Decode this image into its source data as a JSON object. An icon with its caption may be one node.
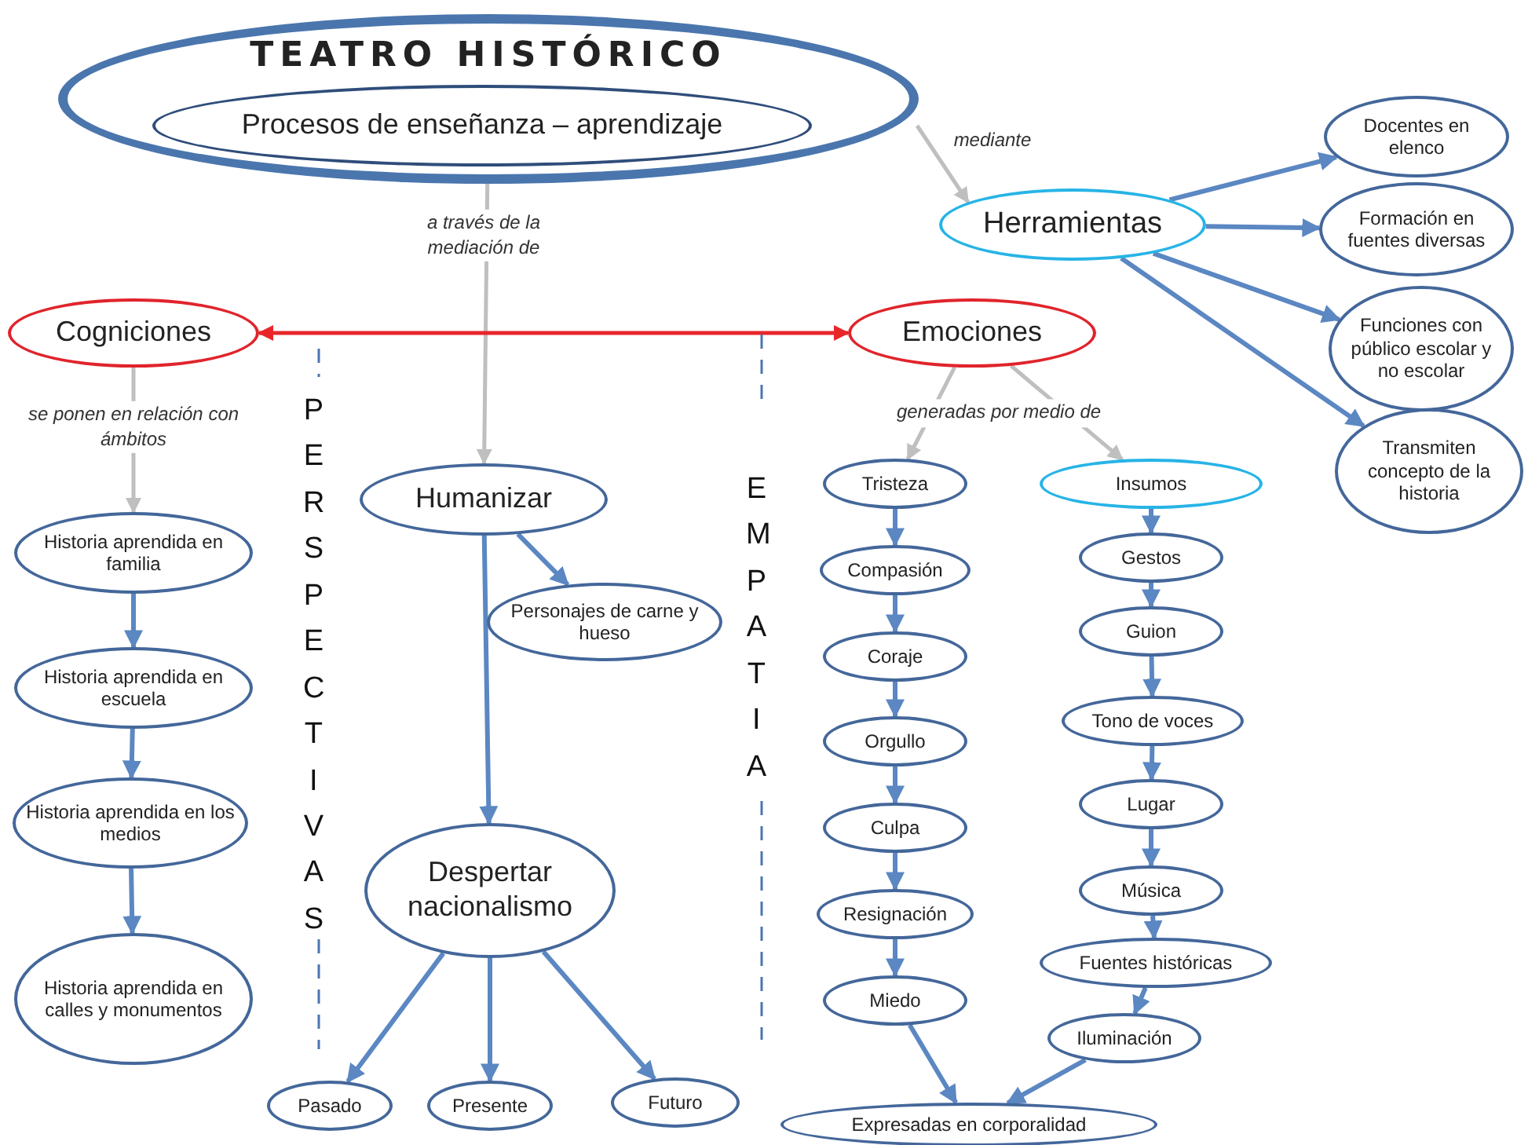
{
  "diagram": {
    "nodes": [
      {
        "text": [
          "TEATRO HISTÓRICO"
        ]
      },
      {
        "text": [
          "Procesos de enseñanza – aprendizaje"
        ],
        "in": 0
      },
      {
        "text": [
          "Herramientas"
        ]
      },
      {
        "text": [
          "Docentes en elenco"
        ]
      },
      {
        "text": [
          "Formación en fuentes diversas"
        ]
      },
      {
        "text": [
          "Funciones con público escolar y no escolar"
        ]
      },
      {
        "text": [
          "Transmiten concepto de la historia"
        ]
      },
      {
        "text": [
          "Cogniciones"
        ]
      },
      {
        "text": [
          "Emociones"
        ]
      },
      {
        "text": [
          "Historia aprendida en familia"
        ]
      },
      {
        "text": [
          "Historia aprendida en escuela"
        ]
      },
      {
        "text": [
          "Historia aprendida en los medios"
        ]
      },
      {
        "text": [
          "Historia aprendida en calles y monumentos"
        ]
      },
      {
        "text": [
          "Humanizar"
        ]
      },
      {
        "text": [
          "Personajes de carne y hueso"
        ]
      },
      {
        "text": [
          "Despertar nacionalismo"
        ]
      },
      {
        "text": [
          "Pasado"
        ]
      },
      {
        "text": [
          "Presente"
        ]
      },
      {
        "text": [
          "Futuro"
        ]
      },
      {
        "text": [
          "Tristeza"
        ]
      },
      {
        "text": [
          "Compasión"
        ]
      },
      {
        "text": [
          "Coraje"
        ]
      },
      {
        "text": [
          "Orgullo"
        ]
      },
      {
        "text": [
          "Culpa"
        ]
      },
      {
        "text": [
          "Resignación"
        ]
      },
      {
        "text": [
          "Miedo"
        ]
      },
      {
        "text": [
          "Insumos"
        ]
      },
      {
        "text": [
          "Gestos"
        ]
      },
      {
        "text": [
          "Guion"
        ]
      },
      {
        "text": [
          "Tono de voces"
        ]
      },
      {
        "text": [
          "Lugar"
        ]
      },
      {
        "text": [
          "Música"
        ]
      },
      {
        "text": [
          "Fuentes históricas"
        ]
      },
      {
        "text": [
          "Iluminación"
        ]
      },
      {
        "text": [
          "Expresadas en corporalidad"
        ]
      }
    ],
    "edges": [
      {
        "from": 0,
        "to": 2,
        "arrow": "to",
        "label": "mediante",
        "color": "#bfbfbf"
      },
      {
        "from": 0,
        "to": 13,
        "arrow": "to",
        "label": "a través de la mediación de",
        "color": "#bfbfbf"
      },
      {
        "from": 2,
        "to": 3,
        "arrow": "to"
      },
      {
        "from": 2,
        "to": 4,
        "arrow": "to"
      },
      {
        "from": 2,
        "to": 5,
        "arrow": "to"
      },
      {
        "from": 2,
        "to": 6,
        "arrow": "to"
      },
      {
        "from": 7,
        "to": 8,
        "arrow": "both",
        "color": "#e8262a"
      },
      {
        "from": 7,
        "to": 9,
        "arrow": "to",
        "label": "se ponen en relación con ámbitos",
        "color": "#bfbfbf"
      },
      {
        "from": 9,
        "to": 10,
        "arrow": "to"
      },
      {
        "from": 10,
        "to": 11,
        "arrow": "to"
      },
      {
        "from": 11,
        "to": 12,
        "arrow": "to"
      },
      {
        "from": 13,
        "to": 14,
        "arrow": "to"
      },
      {
        "from": 13,
        "to": 15,
        "arrow": "to"
      },
      {
        "from": 15,
        "to": 16,
        "arrow": "to"
      },
      {
        "from": 15,
        "to": 17,
        "arrow": "to"
      },
      {
        "from": 15,
        "to": 18,
        "arrow": "to"
      },
      {
        "from": 8,
        "to": 19,
        "arrow": "to",
        "label": "generadas por medio de",
        "color": "#bfbfbf"
      },
      {
        "from": 8,
        "to": 26,
        "arrow": "to",
        "color": "#bfbfbf"
      },
      {
        "from": 19,
        "to": 20,
        "arrow": "to"
      },
      {
        "from": 20,
        "to": 21,
        "arrow": "to"
      },
      {
        "from": 21,
        "to": 22,
        "arrow": "to"
      },
      {
        "from": 22,
        "to": 23,
        "arrow": "to"
      },
      {
        "from": 23,
        "to": 24,
        "arrow": "to"
      },
      {
        "from": 24,
        "to": 25,
        "arrow": "to"
      },
      {
        "from": 26,
        "to": 27,
        "arrow": "to"
      },
      {
        "from": 27,
        "to": 28,
        "arrow": "to"
      },
      {
        "from": 28,
        "to": 29,
        "arrow": "to"
      },
      {
        "from": 29,
        "to": 30,
        "arrow": "to"
      },
      {
        "from": 30,
        "to": 31,
        "arrow": "to"
      },
      {
        "from": 31,
        "to": 32,
        "arrow": "to"
      },
      {
        "from": 32,
        "to": 33,
        "arrow": "to"
      },
      {
        "from": 25,
        "to": 34,
        "arrow": "to"
      },
      {
        "from": 33,
        "to": 34,
        "arrow": "to"
      }
    ],
    "labels": [
      "PERSPECTIVAS",
      "EMPATIA"
    ]
  }
}
